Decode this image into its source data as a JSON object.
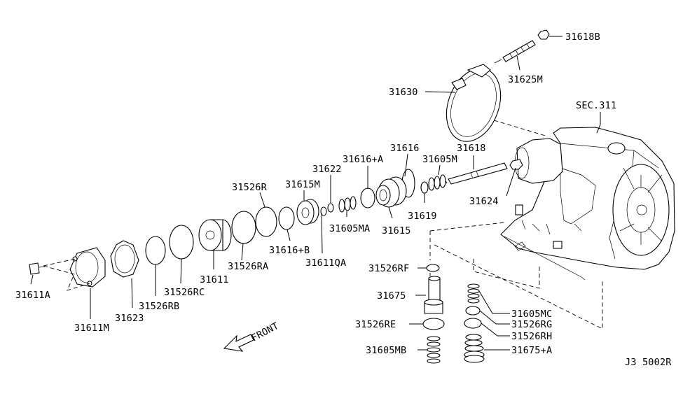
{
  "diagram": {
    "section_label": "SEC.311",
    "front_label": "FRONT",
    "code": "J3 5002R",
    "parts": {
      "p31618B": "31618B",
      "p31625M": "31625M",
      "p31630": "31630",
      "p31616": "31616",
      "p31618": "31618",
      "p31616A": "31616+A",
      "p31605M": "31605M",
      "p31622": "31622",
      "p31526R": "31526R",
      "p31615M": "31615M",
      "p31624": "31624",
      "p31619": "31619",
      "p31605MA": "31605MA",
      "p31615": "31615",
      "p31616B": "31616+B",
      "p31611QA": "31611QA",
      "p31526RA": "31526RA",
      "p31611": "31611",
      "p31526RC": "31526RC",
      "p31526RB": "31526RB",
      "p31623": "31623",
      "p31611M": "31611M",
      "p31611A": "31611A",
      "p31526RF": "31526RF",
      "p31675": "31675",
      "p31526RE": "31526RE",
      "p31605MB": "31605MB",
      "p31605MC": "31605MC",
      "p31526RG": "31526RG",
      "p31526RH": "31526RH",
      "p31675A": "31675+A"
    }
  }
}
